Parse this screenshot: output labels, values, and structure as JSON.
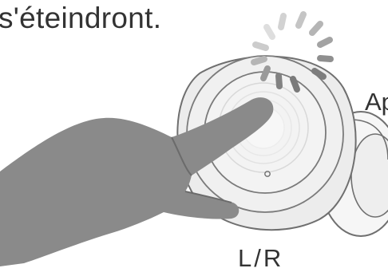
{
  "caption": {
    "text": "s'éteindront."
  },
  "labels": {
    "side": "Ap",
    "lr": "L/R"
  },
  "colors": {
    "text": "#333333",
    "outline": "#6f6f6f",
    "earbud_fill": "#ececec",
    "earbud_inner": "#f3f3f3",
    "hand": "#8a8a8a",
    "hand_shadow": "#6b6b6b",
    "indicator_dark": "#7a7a7a",
    "indicator_mid": "#a8a8a8",
    "indicator_light": "#cfcfcf"
  },
  "icons": [
    "loading-indicator-icon",
    "earbud-illustration",
    "pointing-hand-icon"
  ]
}
